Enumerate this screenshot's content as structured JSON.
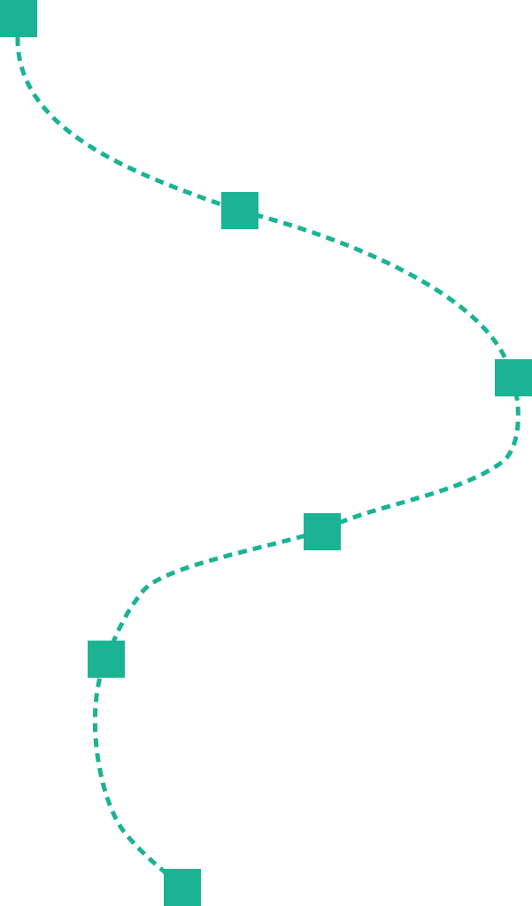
{
  "colors": {
    "node_fill": "#1AB394",
    "connector_stroke": "#1AB394",
    "background": "#FFFFFF"
  },
  "diagram": {
    "node_shape": "square",
    "node_count": 6,
    "connector_style": "dashed-curve"
  }
}
